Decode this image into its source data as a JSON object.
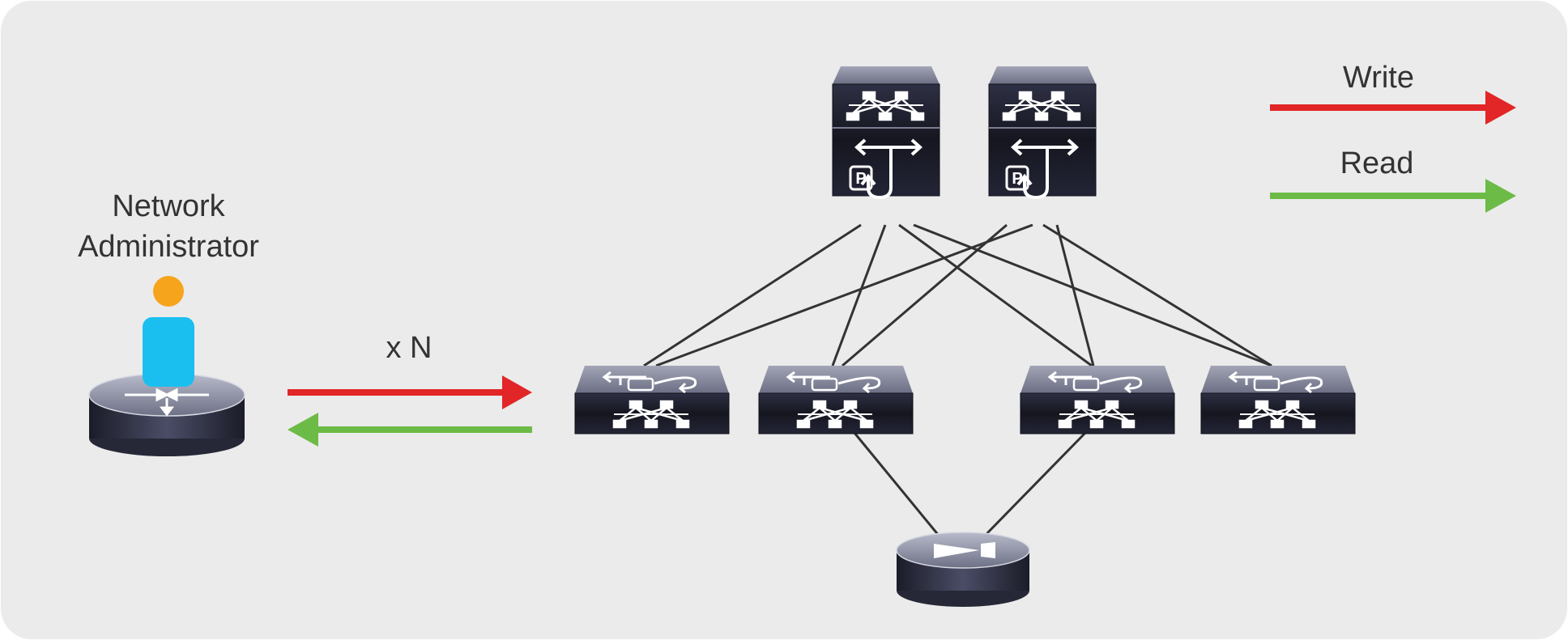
{
  "admin": {
    "label_line1": "Network",
    "label_line2": "Administrator"
  },
  "link": {
    "multiplier": "x N"
  },
  "legend": {
    "write_label": "Write",
    "read_label": "Read"
  },
  "colors": {
    "background": "#ebebeb",
    "write": "#e22526",
    "read": "#6cbb46",
    "person_head": "#f7a41d",
    "person_body": "#1bbfef",
    "device_dark": "#1f2130",
    "device_top": "#8e91a3",
    "cable": "#333333"
  },
  "devices": {
    "spines": [
      "spine-1",
      "spine-2"
    ],
    "leaves": [
      "leaf-1",
      "leaf-2",
      "leaf-3",
      "leaf-4"
    ],
    "controller_icon": "apic-controller-icon",
    "endpoint_icon": "endpoint-router-icon"
  }
}
